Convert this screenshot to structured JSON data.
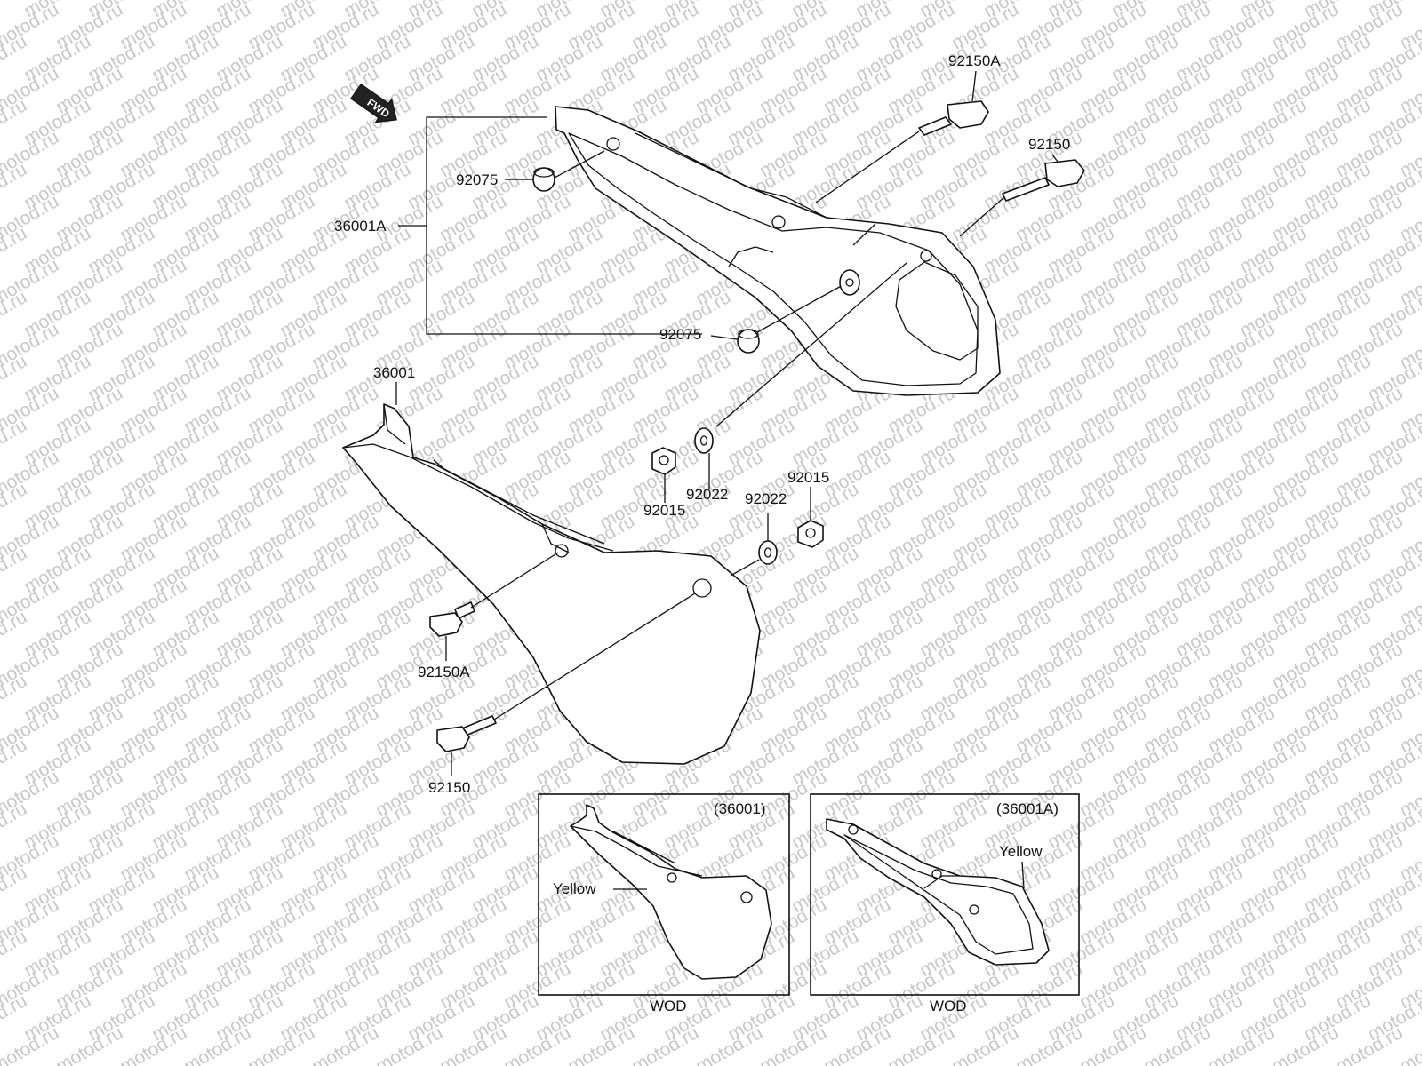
{
  "watermark": "motod.ru",
  "fwd_badge": "FWD",
  "labels": {
    "bolt_a_top": "92150A",
    "bolt_top": "92150",
    "cap_upper": "92075",
    "cover_a": "36001A",
    "cap_lower": "92075",
    "cover": "36001",
    "nut_left": "92015",
    "washer_left": "92022",
    "washer_right": "92022",
    "nut_right": "92015",
    "bolt_a_bottom": "92150A",
    "bolt_bottom": "92150"
  },
  "inset_left": {
    "ref": "(36001)",
    "color_note": "Yellow",
    "caption": "WOD"
  },
  "inset_right": {
    "ref": "(36001A)",
    "color_note": "Yellow",
    "caption": "WOD"
  }
}
